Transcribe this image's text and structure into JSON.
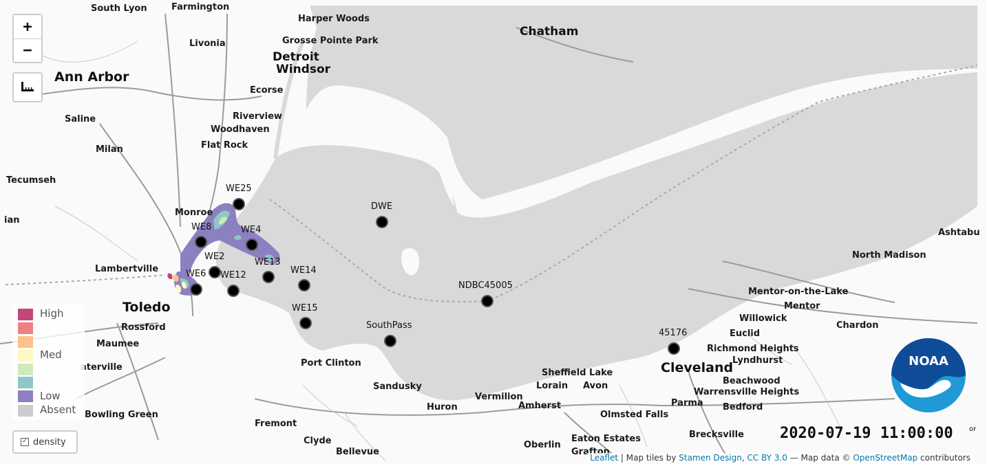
{
  "controls": {
    "zoom_in_label": "+",
    "zoom_out_label": "−",
    "density_label": "density"
  },
  "legend": {
    "high": "High",
    "med": "Med",
    "low": "Low",
    "absent": "Absent",
    "colors": [
      "#c2477a",
      "#f08080",
      "#fdc28a",
      "#fdf9c1",
      "#cfeabc",
      "#8fc8c4",
      "#8d80c0",
      "#cccccc"
    ]
  },
  "stations": [
    {
      "name": "WE25"
    },
    {
      "name": "DWE"
    },
    {
      "name": "WE8"
    },
    {
      "name": "WE4"
    },
    {
      "name": "WE2"
    },
    {
      "name": "WE13"
    },
    {
      "name": "WE14"
    },
    {
      "name": "WE12"
    },
    {
      "name": "WE6"
    },
    {
      "name": "WE15"
    },
    {
      "name": "SouthPass"
    },
    {
      "name": "NDBC45005"
    },
    {
      "name": "45176"
    }
  ],
  "places": {
    "south_lyon": "South Lyon",
    "farmington": "Farmington",
    "harper_woods": "Harper Woods",
    "grosse_pointe_park": "Grosse Pointe Park",
    "chatham": "Chatham",
    "livonia": "Livonia",
    "detroit": "Detroit",
    "windsor": "Windsor",
    "ann_arbor": "Ann Arbor",
    "ecorse": "Ecorse",
    "saline": "Saline",
    "riverview": "Riverview",
    "woodhaven": "Woodhaven",
    "flat_rock": "Flat Rock",
    "milan": "Milan",
    "tecumseh": "Tecumseh",
    "monroe": "Monroe",
    "ian": "ian",
    "ashtabu": "Ashtabu",
    "north_madison": "North Madison",
    "lambertville": "Lambertville",
    "mentor_on_the_lake": "Mentor-on-the-Lake",
    "mentor": "Mentor",
    "toledo": "Toledo",
    "willowick": "Willowick",
    "chardon": "Chardon",
    "rossford": "Rossford",
    "euclid": "Euclid",
    "maumee": "Maumee",
    "richmond_heights": "Richmond Heights",
    "lyndhurst": "Lyndhurst",
    "port_clinton": "Port Clinton",
    "cleveland": "Cleveland",
    "waterville": "aterville",
    "sheffield_lake": "Sheffield Lake",
    "lorain": "Lorain",
    "avon": "Avon",
    "beachwood": "Beachwood",
    "sandusky": "Sandusky",
    "warrensville_heights": "Warrensville Heights",
    "vermilion": "Vermilion",
    "parma": "Parma",
    "huron": "Huron",
    "amherst": "Amherst",
    "bedford": "Bedford",
    "bowling_green": "Bowling Green",
    "olmsted_falls": "Olmsted Falls",
    "fremont": "Fremont",
    "clyde": "Clyde",
    "brecksville": "Brecksville",
    "eaton_estates": "Eaton Estates",
    "oberlin": "Oberlin",
    "grafton": "Grafton",
    "bellevue": "Bellevue"
  },
  "timestamp": "2020-07-19 11:00:00",
  "timestamp_suffix": "or",
  "logo_text": "NOAA",
  "attribution": {
    "leaflet": "Leaflet",
    "sep": " | Map tiles by ",
    "stamen": "Stamen Design",
    "comma": ", ",
    "cc": "CC BY 3.0",
    "mapdata": " — Map data © ",
    "osm": "OpenStreetMap",
    "contributors": " contributors"
  },
  "colors": {
    "water": "#d9d9d9",
    "station": "#000000",
    "noaa_blue": "#0f4c97",
    "noaa_light": "#1f9ad6"
  }
}
